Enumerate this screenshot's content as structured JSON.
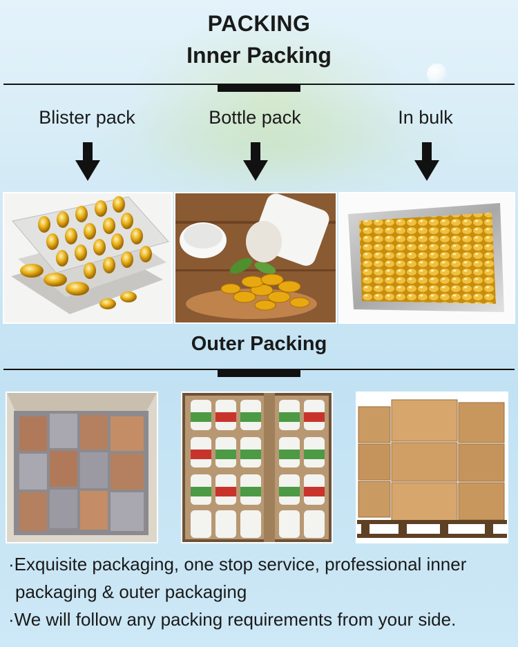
{
  "header": {
    "title": "PACKING",
    "subtitle": "Inner Packing"
  },
  "inner": {
    "items": [
      {
        "label": "Blister pack"
      },
      {
        "label": "Bottle pack"
      },
      {
        "label": "In bulk"
      }
    ]
  },
  "outer": {
    "title": "Outer Packing"
  },
  "notes": {
    "line1": "·Exquisite packaging, one stop service, professional inner",
    "line1b": "packaging & outer packaging",
    "line2": "·We will follow any packing requirements from your side."
  },
  "colors": {
    "accent": "#111111",
    "capsule": "#e8b019",
    "carton": "#c9955a"
  }
}
